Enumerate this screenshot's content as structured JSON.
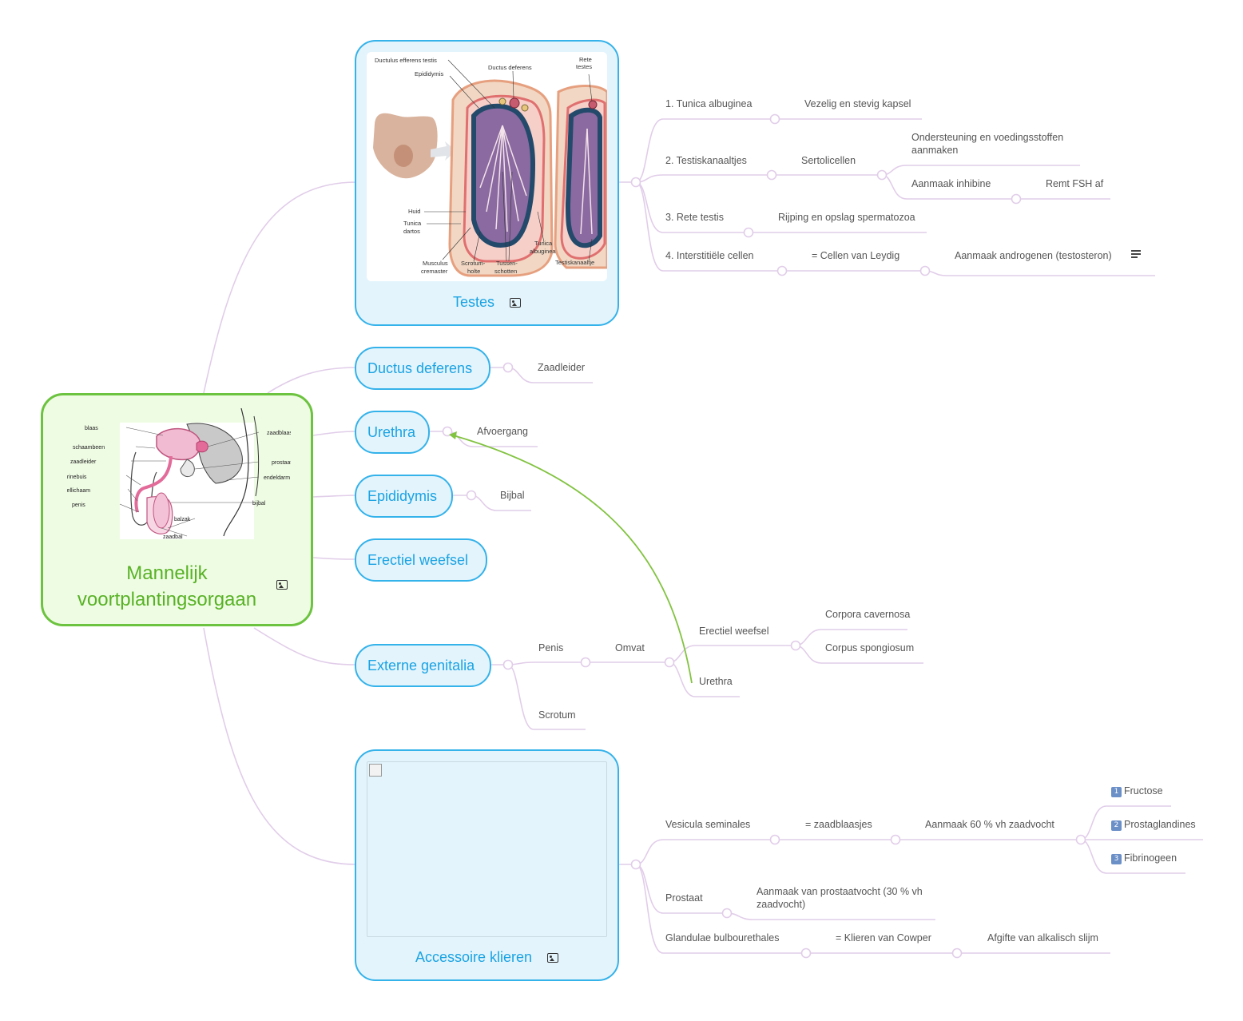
{
  "root": {
    "title": "Mannelijk voortplantingsorgaan",
    "icon": "image-icon",
    "diagram_labels": {
      "left": [
        "blaas",
        "schaambeen",
        "zaadleider",
        "urinebuis",
        "zwellichaam",
        "penis"
      ],
      "right": [
        "zaadblaasje",
        "prostaat",
        "endeldarm",
        "bijbal"
      ],
      "bottom": [
        "balzak",
        "zaadbal"
      ]
    }
  },
  "testes": {
    "caption": "Testes",
    "icon": "image-icon",
    "diagram_labels": {
      "ductulus": "Ductulus efferens testis",
      "epididymis": "Epididymis",
      "ductus": "Ductus deferens",
      "rete": [
        "Rete",
        "testes"
      ],
      "huid": "Huid",
      "tunica_dartos": [
        "Tunica",
        "dartos"
      ],
      "musculus": [
        "Musculus",
        "cremaster"
      ],
      "scrotum": [
        "Scrotum-",
        "holte"
      ],
      "tussen": [
        "Tussen-",
        "schotten"
      ],
      "tunica_alb": [
        "Tunica",
        "albuginea"
      ],
      "testiskanaaltje": "Testiskanaaltje"
    },
    "children": {
      "tunica": {
        "label": "1. Tunica albuginea",
        "desc": "Vezelig en stevig kapsel"
      },
      "testiskanaaltjes": {
        "label": "2. Testiskanaaltjes",
        "sertoli": "Sertolicellen",
        "ondersteuning": "Ondersteuning en voedingsstoffen aanmaken",
        "inhibine": "Aanmaak inhibine",
        "fsh": "Remt FSH af"
      },
      "rete": {
        "label": "3. Rete testis",
        "desc": "Rijping en opslag spermatozoa"
      },
      "interstitieel": {
        "label": "4. Interstitiële cellen",
        "leydig": "= Cellen van Leydig",
        "androgenen": "Aanmaak androgenen (testosteron)"
      }
    }
  },
  "ductus": {
    "label": "Ductus deferens",
    "child": "Zaadleider"
  },
  "urethra": {
    "label": "Urethra",
    "child": "Afvoergang"
  },
  "epididymis": {
    "label": "Epididymis",
    "child": "Bijbal"
  },
  "erectiel": {
    "label": "Erectiel weefsel"
  },
  "externe": {
    "label": "Externe genitalia",
    "penis": "Penis",
    "omvat": "Omvat",
    "erectiel": "Erectiel weefsel",
    "cavernosa": "Corpora cavernosa",
    "spongiosum": "Corpus spongiosum",
    "urethra": "Urethra",
    "scrotum": "Scrotum"
  },
  "accessoire": {
    "caption": "Accessoire klieren",
    "icon": "image-icon",
    "vesicula": "Vesicula seminales",
    "zaadblaasjes": "= zaadblaasjes",
    "aanmaak60": "Aanmaak 60 % vh zaadvocht",
    "fructose": {
      "badge": "1",
      "label": "Fructose"
    },
    "prostaglandines": {
      "badge": "2",
      "label": "Prostaglandines"
    },
    "fibrinogeen": {
      "badge": "3",
      "label": "Fibrinogeen"
    },
    "prostaat": "Prostaat",
    "prostaatvocht": "Aanmaak van prostaatvocht (30 % vh zaadvocht)",
    "glandulae": "Glandulae bulbourethales",
    "cowper": "= Klieren van Cowper",
    "alkalisch": "Afgifte van alkalisch slijm"
  },
  "colors": {
    "branch": "#e1cde9",
    "node_border": "#34b2ea",
    "node_fill": "#e3f4fc",
    "node_text": "#1aa3e3",
    "root_border": "#6cc33f",
    "root_fill": "#effce4",
    "root_text": "#57b224",
    "relation_arrow": "#82c341"
  }
}
